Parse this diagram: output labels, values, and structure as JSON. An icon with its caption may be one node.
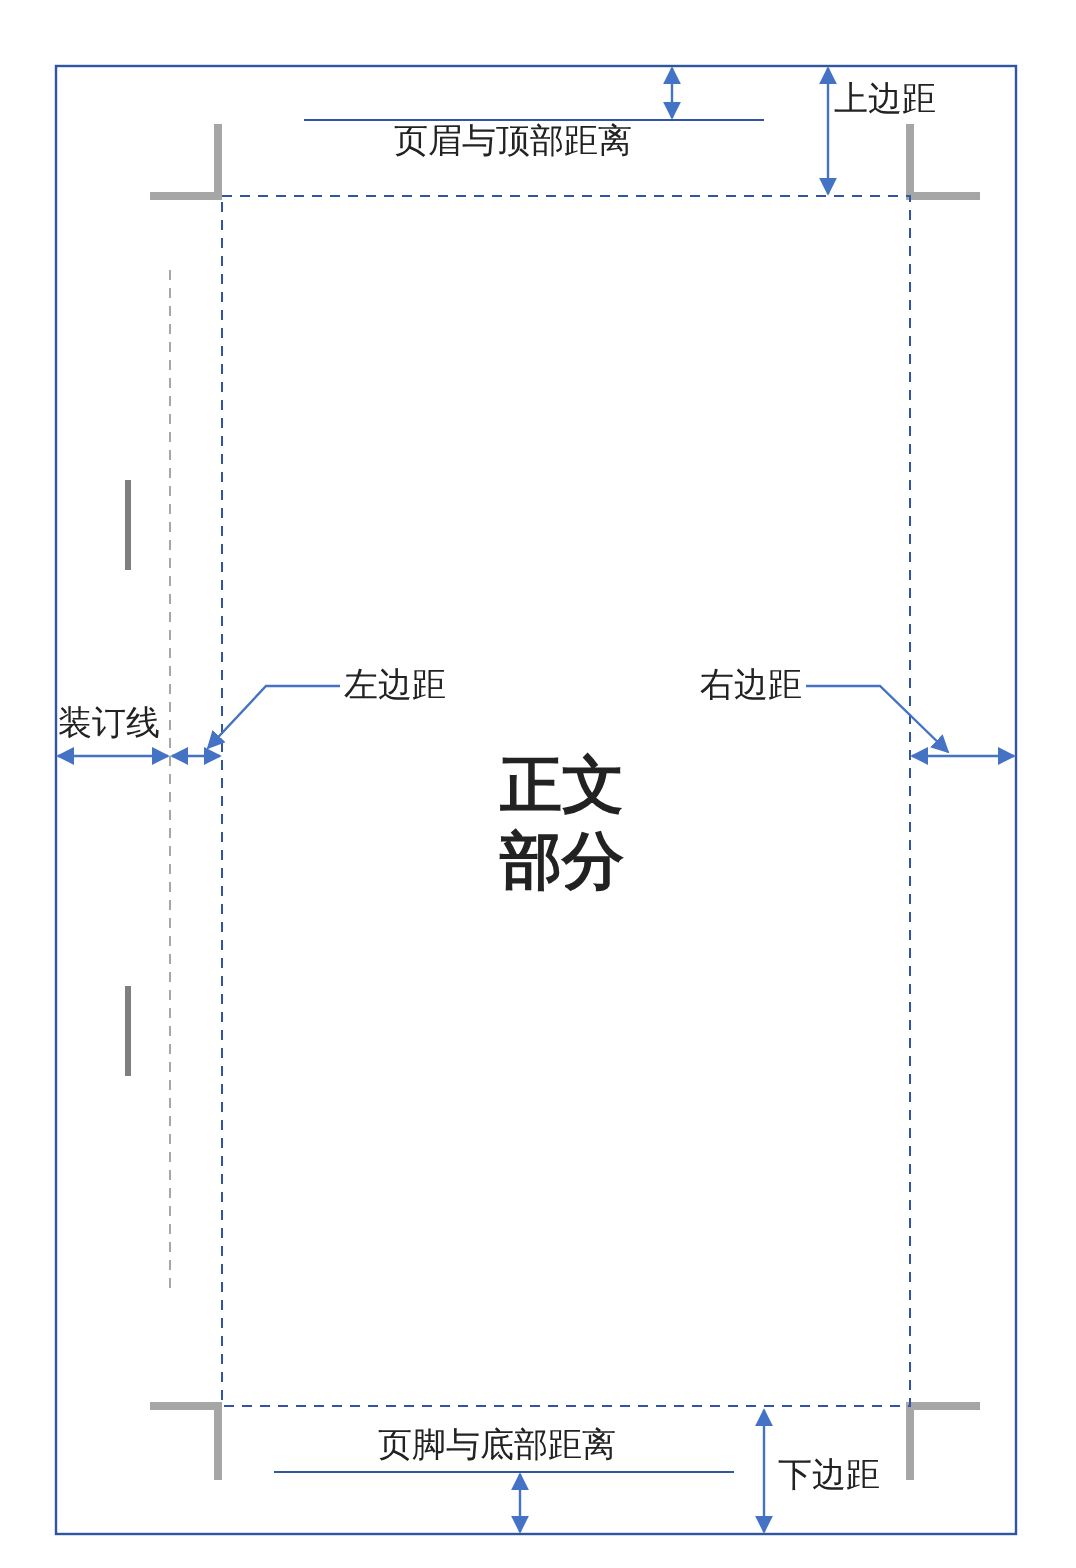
{
  "diagram": {
    "nodes": [
      {
        "text": [
          "左边距"
        ]
      },
      {
        "text": [
          "右边距"
        ]
      }
    ],
    "edges": [
      {
        "from": 0,
        "to": null,
        "arrow": "to"
      },
      {
        "from": 1,
        "to": null,
        "arrow": "to"
      }
    ],
    "labels": [
      "上边距",
      "页眉与顶部距离",
      "装订线",
      "正文部分",
      "页脚与底部距离",
      "下边距"
    ]
  }
}
